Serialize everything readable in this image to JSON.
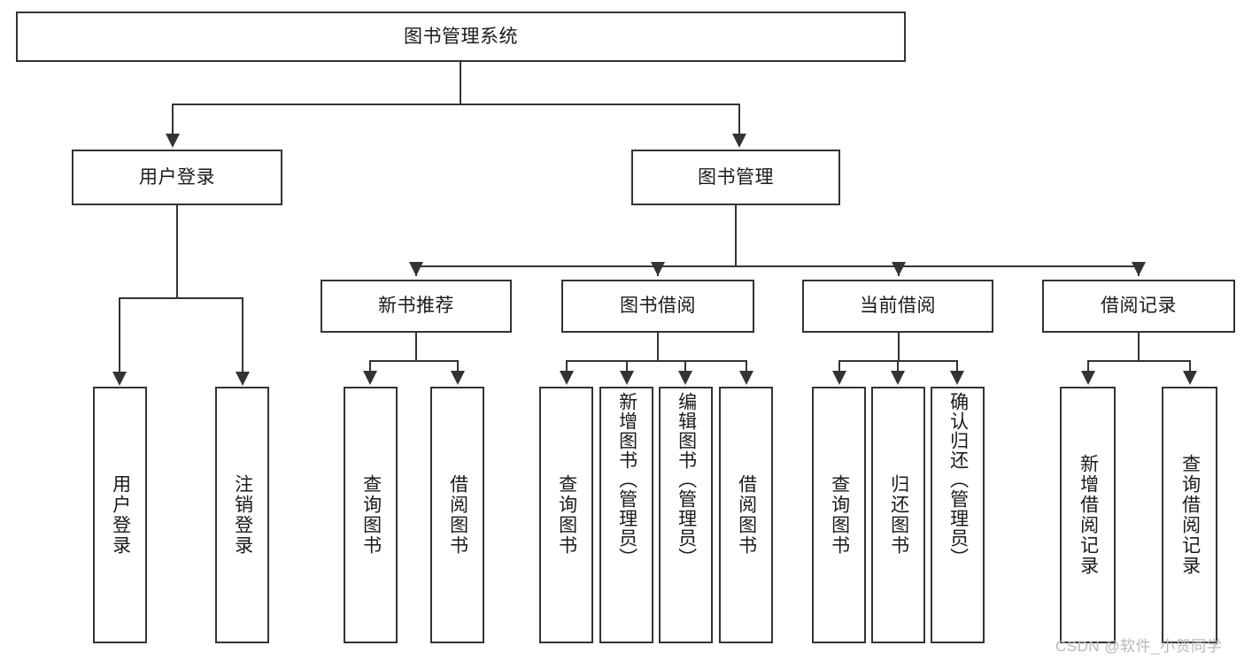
{
  "diagram": {
    "title": "图书管理系统",
    "type": "tree",
    "root": {
      "label": "图书管理系统"
    },
    "level1": [
      {
        "label": "用户登录"
      },
      {
        "label": "图书管理"
      }
    ],
    "level2": [
      {
        "label": "新书推荐"
      },
      {
        "label": "图书借阅"
      },
      {
        "label": "当前借阅"
      },
      {
        "label": "借阅记录"
      }
    ],
    "leaves": {
      "user_login": [
        {
          "label": "用户登录"
        },
        {
          "label": "注销登录"
        }
      ],
      "new_book_recommend": [
        {
          "label": "查询图书"
        },
        {
          "label": "借阅图书"
        }
      ],
      "book_borrow": [
        {
          "label": "查询图书"
        },
        {
          "label": "新增图书（管理员）"
        },
        {
          "label": "编辑图书（管理员）"
        },
        {
          "label": "借阅图书"
        }
      ],
      "current_borrow": [
        {
          "label": "查询图书"
        },
        {
          "label": "归还图书"
        },
        {
          "label": "确认归还（管理员）"
        }
      ],
      "borrow_records": [
        {
          "label": "新增借阅记录"
        },
        {
          "label": "查询借阅记录"
        }
      ]
    }
  },
  "watermark": {
    "text": "CSDN @软件_小贺同学"
  },
  "colors": {
    "stroke": "#333333",
    "fill": "#ffffff",
    "text": "#1a1a1a",
    "watermark": "#b8b8b8"
  }
}
